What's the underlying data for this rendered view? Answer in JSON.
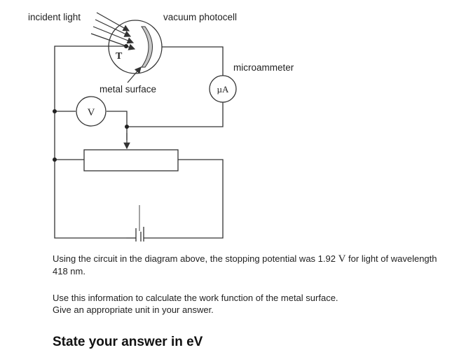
{
  "diagram": {
    "labels": {
      "incident_light": "incident light",
      "vacuum_photocell": "vacuum photocell",
      "terminal": "T",
      "microammeter": "microammeter",
      "metal_surface": "metal surface",
      "microammeter_symbol": "µA",
      "voltmeter_symbol": "V"
    }
  },
  "question": {
    "line1_pre": "Using the circuit in the diagram above, the stopping potential was 1.92 ",
    "line1_unit": "V",
    "line1_post": " for light of wavelength 418 nm.",
    "line2": "Use this information to calculate the work function of the metal surface.",
    "line3": "Give an appropriate unit in your answer.",
    "prompt": "State your answer in eV"
  }
}
